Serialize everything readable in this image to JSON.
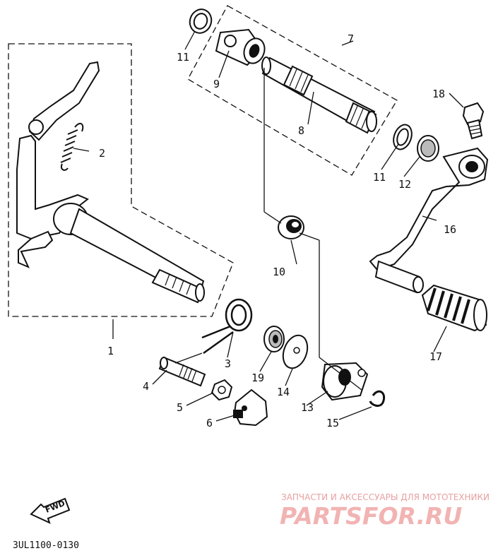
{
  "diagram": {
    "callouts": [
      "1",
      "2",
      "3",
      "4",
      "5",
      "6",
      "7",
      "8",
      "9",
      "10",
      "11",
      "11",
      "12",
      "13",
      "14",
      "15",
      "16",
      "17",
      "18",
      "19"
    ],
    "fwd_label": "FWD",
    "part_code": "3UL1100-0130",
    "watermark": {
      "tagline": "ЗАПЧАСТИ И АКСЕССУАРЫ ДЛЯ МОТОТЕХНИКИ",
      "logo": "PARTSFOR.RU"
    }
  }
}
